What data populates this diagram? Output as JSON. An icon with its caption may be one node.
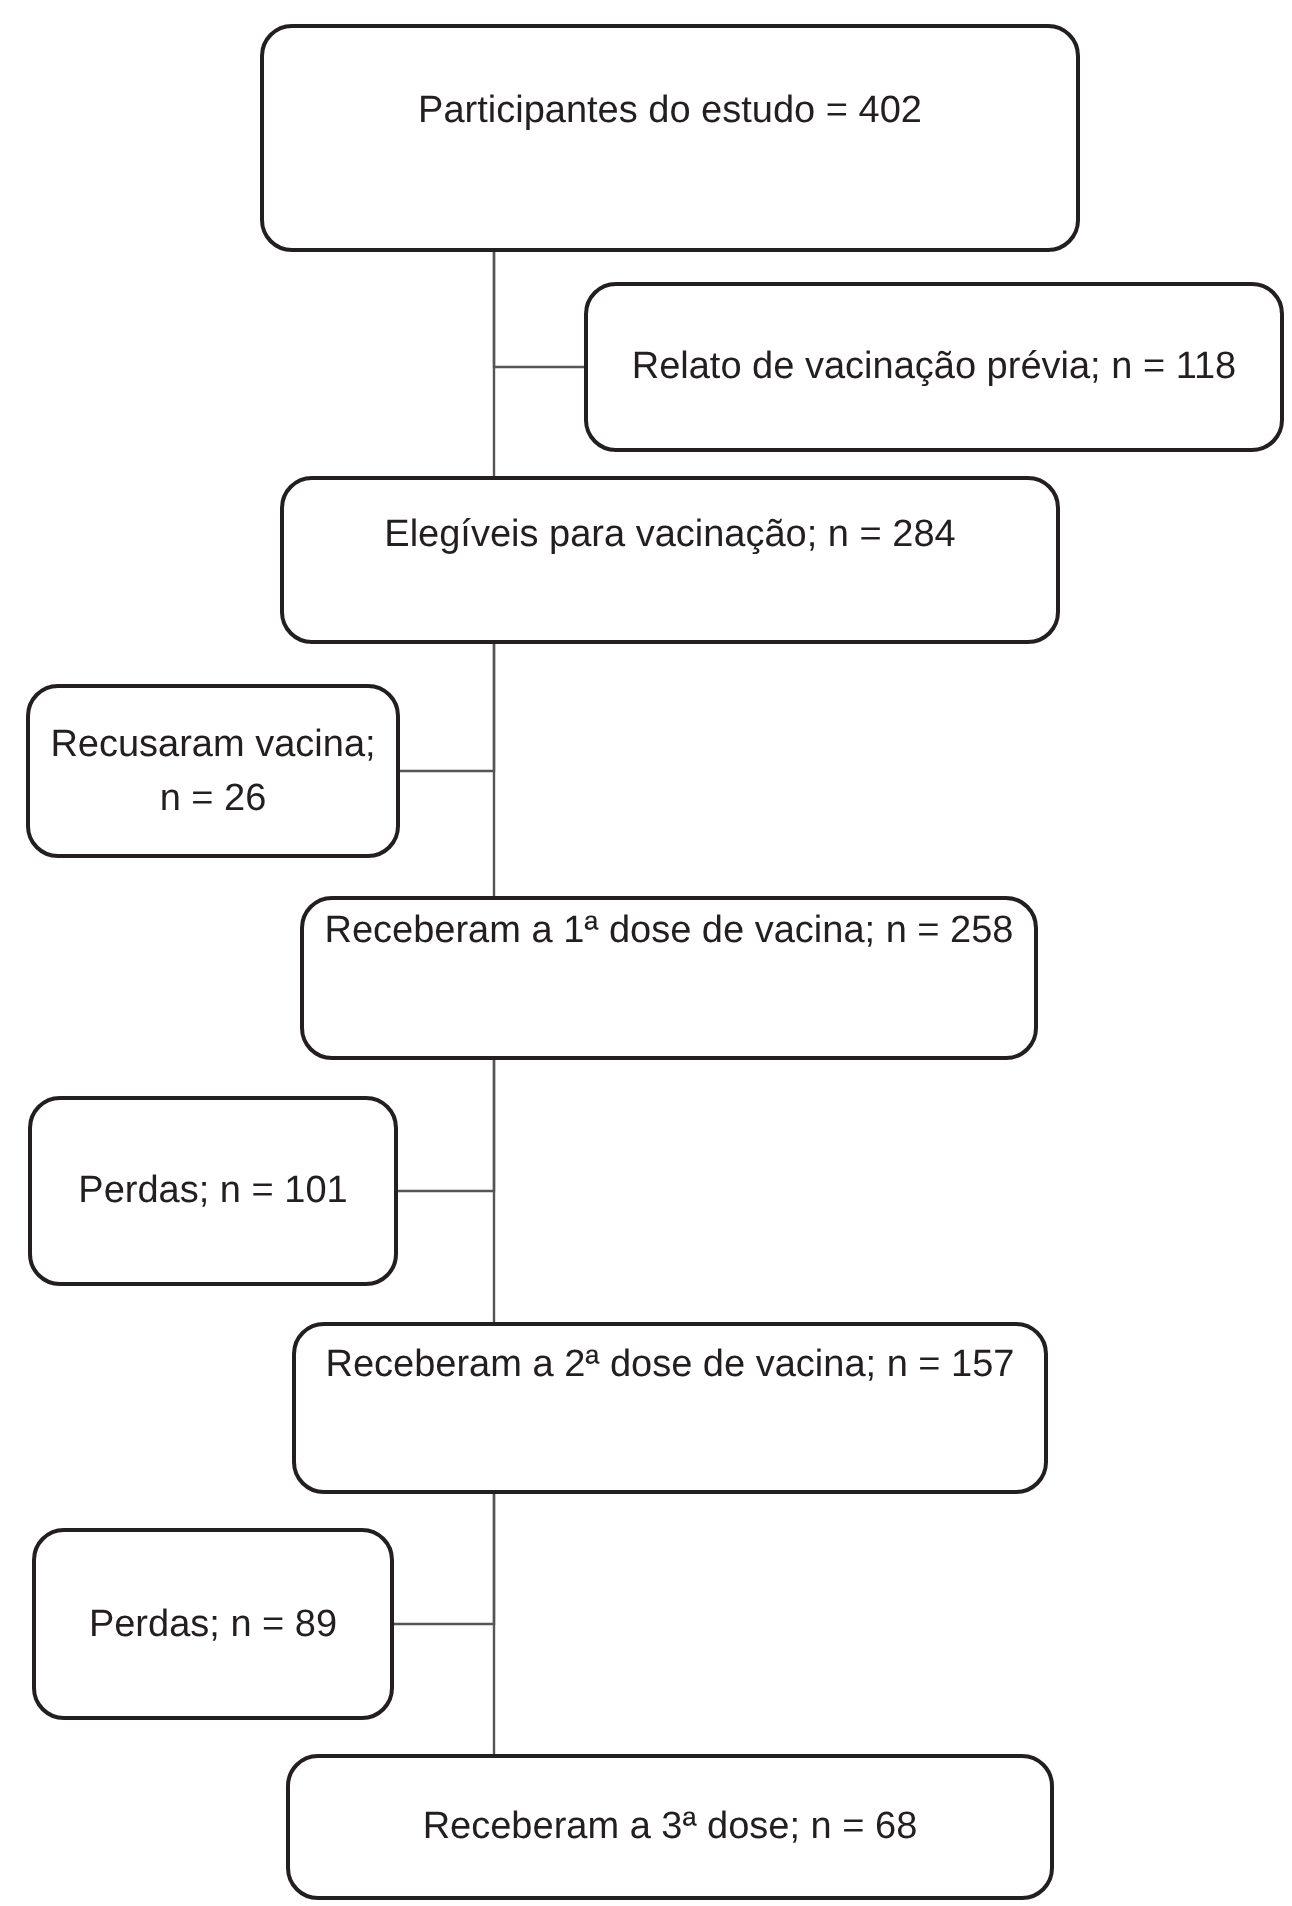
{
  "diagram": {
    "nodes": [
      {
        "text": [
          "Participantes do estudo = 402"
        ]
      },
      {
        "text": [
          "Relato de vacinação prévia; n = 118"
        ]
      },
      {
        "text": [
          "Elegíveis para vacinação; n = 284"
        ]
      },
      {
        "text": [
          "Recusaram vacina; n = 26"
        ]
      },
      {
        "text": [
          "Receberam a 1ª dose de vacina; n = 258"
        ]
      },
      {
        "text": [
          "Perdas; n = 101"
        ]
      },
      {
        "text": [
          "Receberam a 2ª dose de vacina; n = 157"
        ]
      },
      {
        "text": [
          "Perdas; n = 89"
        ]
      },
      {
        "text": [
          "Receberam a 3ª dose; n = 68"
        ]
      }
    ],
    "edges": [
      {
        "from": 0,
        "to": 1,
        "arrow": "none"
      },
      {
        "from": 0,
        "to": 2,
        "arrow": "none"
      },
      {
        "from": 2,
        "to": 3,
        "arrow": "none"
      },
      {
        "from": 2,
        "to": 4,
        "arrow": "none"
      },
      {
        "from": 4,
        "to": 5,
        "arrow": "none"
      },
      {
        "from": 4,
        "to": 6,
        "arrow": "none"
      },
      {
        "from": 6,
        "to": 7,
        "arrow": "none"
      },
      {
        "from": 6,
        "to": 8,
        "arrow": "none"
      }
    ]
  }
}
